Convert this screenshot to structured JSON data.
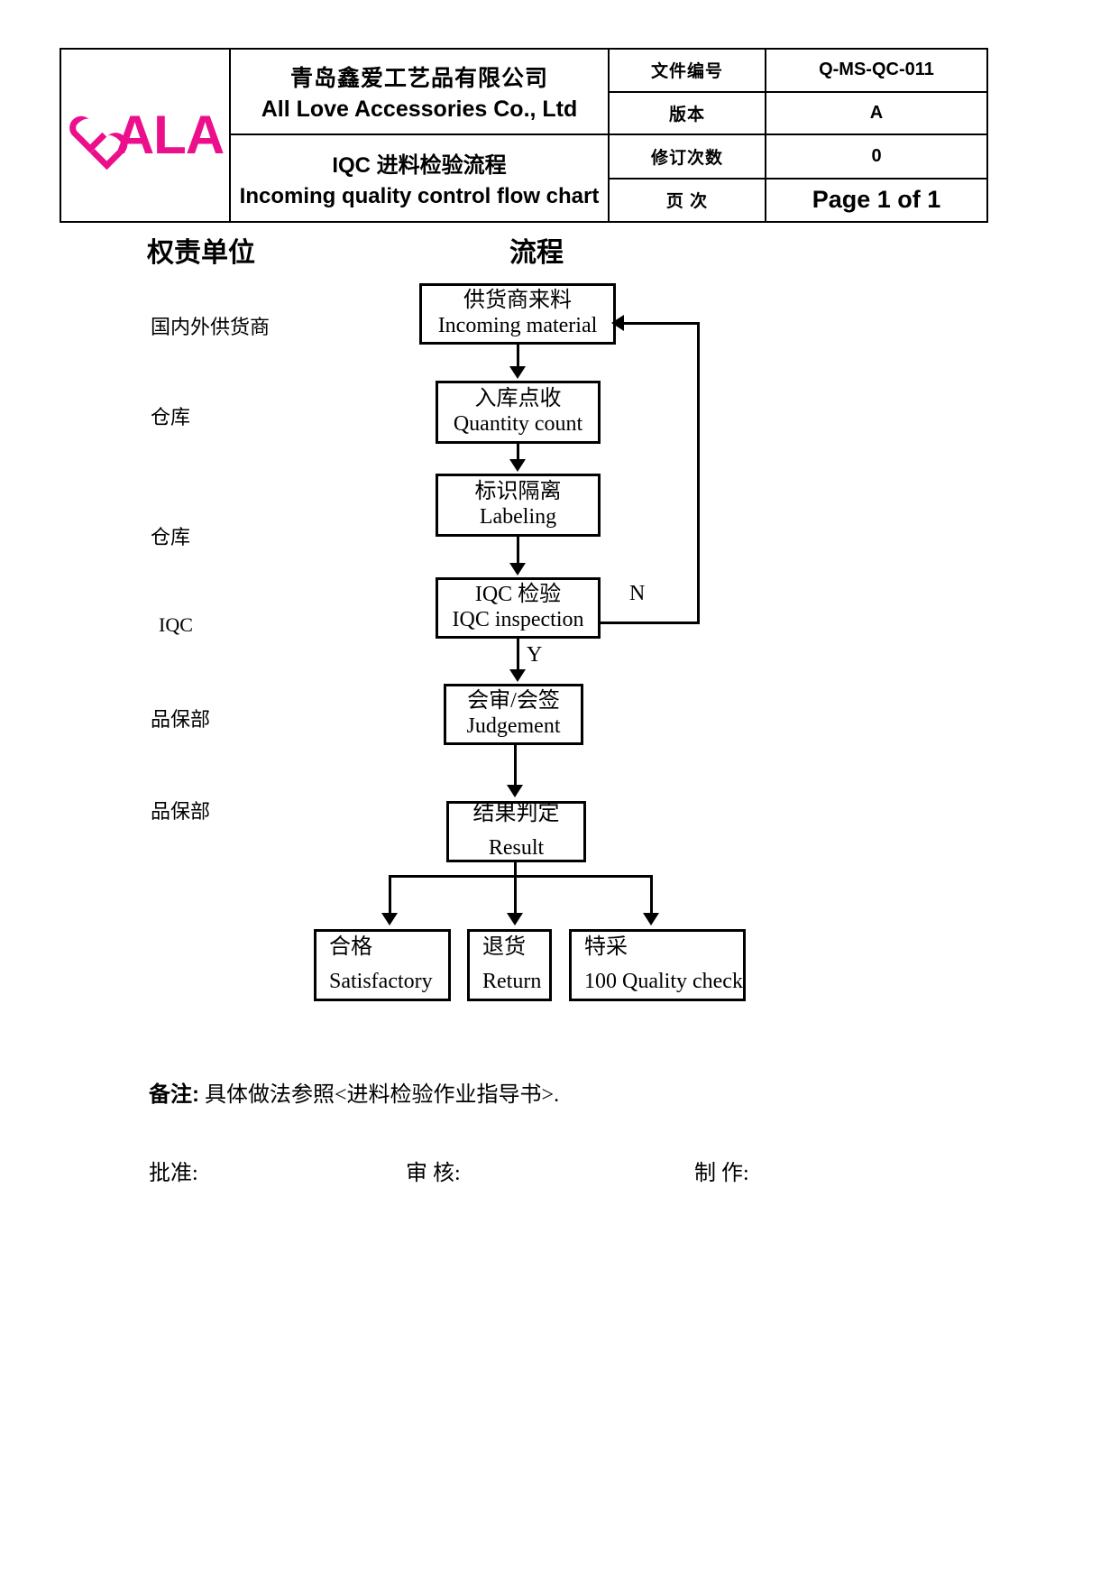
{
  "header": {
    "logo": {
      "icon": "heart-icon",
      "text": "ALA",
      "color": "#ec0f8c"
    },
    "company_cn": "青岛鑫爱工艺品有限公司",
    "company_en": "All Love Accessories Co., Ltd",
    "doc_title_cn": "IQC 进料检验流程",
    "doc_title_en": "Incoming quality control flow chart",
    "fields": [
      {
        "label": "文件编号",
        "value": "Q-MS-QC-011"
      },
      {
        "label": "版本",
        "value": "A"
      },
      {
        "label": "修订次数",
        "value": "0"
      },
      {
        "label": "页  次",
        "value": "Page 1 of 1"
      }
    ]
  },
  "columns": {
    "responsibility": "权责单位",
    "flow": "流程"
  },
  "responsibility_labels": [
    "国内外供货商",
    "仓库",
    "仓库",
    "IQC",
    "品保部",
    "品保部"
  ],
  "flow_boxes": [
    {
      "cn": "供货商来料",
      "en": "Incoming material"
    },
    {
      "cn": "入库点收",
      "en": "Quantity count"
    },
    {
      "cn": "标识隔离",
      "en": "Labeling"
    },
    {
      "cn": "IQC 检验",
      "en": "IQC inspection"
    },
    {
      "cn": "会审/会签",
      "en": "Judgement"
    },
    {
      "cn": "结果判定",
      "en": "Result"
    }
  ],
  "outcome_boxes": [
    {
      "cn": "合格",
      "en": "Satisfactory"
    },
    {
      "cn": "退货",
      "en": "Return"
    },
    {
      "cn": "特采",
      "en": "100 Quality check"
    }
  ],
  "branch_labels": {
    "no": "N",
    "yes": "Y"
  },
  "footer": {
    "note_label": "备注:",
    "note_text": "具体做法参照<进料检验作业指导书>.",
    "sign_approve": "批准:",
    "sign_review": "审  核:",
    "sign_prepare": "制  作:"
  }
}
